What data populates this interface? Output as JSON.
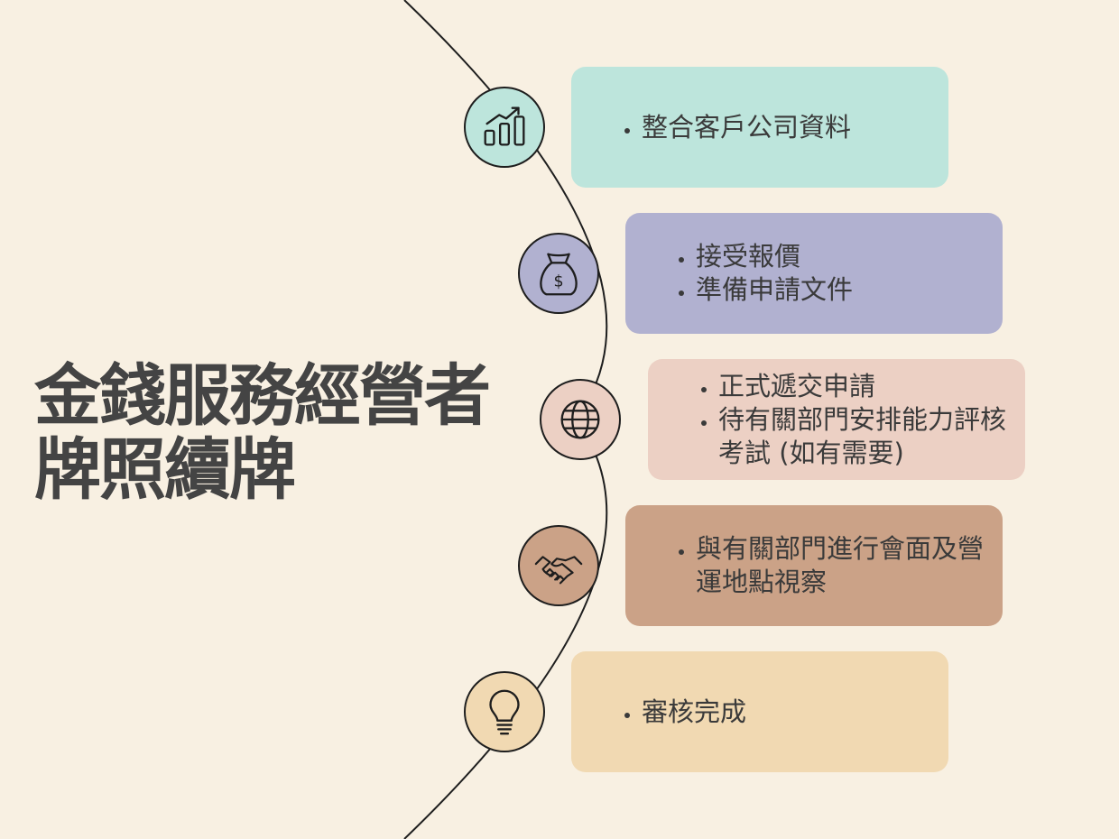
{
  "title": {
    "line1": "金錢服務經營者",
    "line2": "牌照續牌"
  },
  "steps": [
    {
      "icon": "growth-chart-icon",
      "color": "#bde5dc",
      "items": [
        "整合客戶公司資料"
      ]
    },
    {
      "icon": "money-bag-icon",
      "color": "#b1b1d0",
      "items": [
        "接受報價",
        "準備申請文件"
      ]
    },
    {
      "icon": "globe-icon",
      "color": "#ecd0c4",
      "items": [
        "正式遞交申請",
        "待有關部門安排能力評核考試 (如有需要)"
      ]
    },
    {
      "icon": "handshake-icon",
      "color": "#cba287",
      "items": [
        "與有關部門進行會面及營運地點視察"
      ]
    },
    {
      "icon": "lightbulb-icon",
      "color": "#f1d9b2",
      "items": [
        "審核完成"
      ]
    }
  ]
}
